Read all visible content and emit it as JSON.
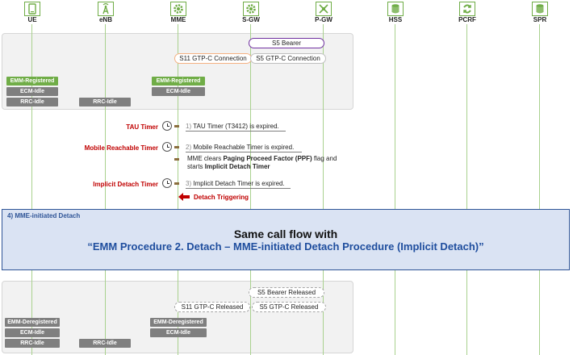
{
  "nodes": [
    {
      "name": "UE",
      "icon": "phone-icon"
    },
    {
      "name": "eNB",
      "icon": "antenna-icon"
    },
    {
      "name": "MME",
      "icon": "gear-icon"
    },
    {
      "name": "S-GW",
      "icon": "gear-icon"
    },
    {
      "name": "P-GW",
      "icon": "crossroad-icon"
    },
    {
      "name": "HSS",
      "icon": "database-icon"
    },
    {
      "name": "PCRF",
      "icon": "swirl-icon"
    },
    {
      "name": "SPR",
      "icon": "database-icon"
    }
  ],
  "top": {
    "s5_bearer": "S5 Bearer",
    "s11_conn": "S11 GTP-C Connection",
    "s5_conn": "S5 GTP-C Connection",
    "ue_emm": "EMM-Registered",
    "ue_ecm": "ECM-Idle",
    "ue_rrc": "RRC-Idle",
    "enb_rrc": "RRC-Idle",
    "mme_emm": "EMM-Registered",
    "mme_ecm": "ECM-Idle"
  },
  "timers": {
    "tau": "TAU Timer",
    "mobile_reachable": "Mobile Reachable Timer",
    "implicit_detach": "Implicit Detach Timer"
  },
  "steps": {
    "s1_num": "1)",
    "s1_text": "TAU Timer (T3412) is expired.",
    "s2_num": "2)",
    "s2_text": "Mobile Reachable Timer is expired.",
    "note_a": "MME clears ",
    "note_b": "Paging Proceed Factor (PPF)",
    "note_c": " flag and",
    "note_d": "starts ",
    "note_e": "Implicit Detach Timer",
    "s3_num": "3)",
    "s3_text": "Implicit Detach Timer is expired.",
    "trigger": "Detach Triggering"
  },
  "detach": {
    "label": "4) MME-initiated Detach",
    "line1": "Same call flow with",
    "line2": "“EMM Procedure 2. Detach – MME-initiated Detach Procedure (Implicit Detach)”"
  },
  "bottom": {
    "s5_bearer": "S5 Bearer Released",
    "s11_conn": "S11 GTP-C Released",
    "s5_conn": "S5 GTP-C Released",
    "ue_emm": "EMM-Deregistered",
    "ue_ecm": "ECM-Idle",
    "ue_rrc": "RRC-Idle",
    "enb_rrc": "RRC-Idle",
    "mme_emm": "EMM-Deregistered",
    "mme_ecm": "ECM-Idle"
  },
  "colors": {
    "lifeline": "#a9d18e",
    "registered": "#70ad47",
    "idle": "#7f7f7f",
    "timer": "#c00000",
    "detach_title": "#1f4e9e"
  }
}
